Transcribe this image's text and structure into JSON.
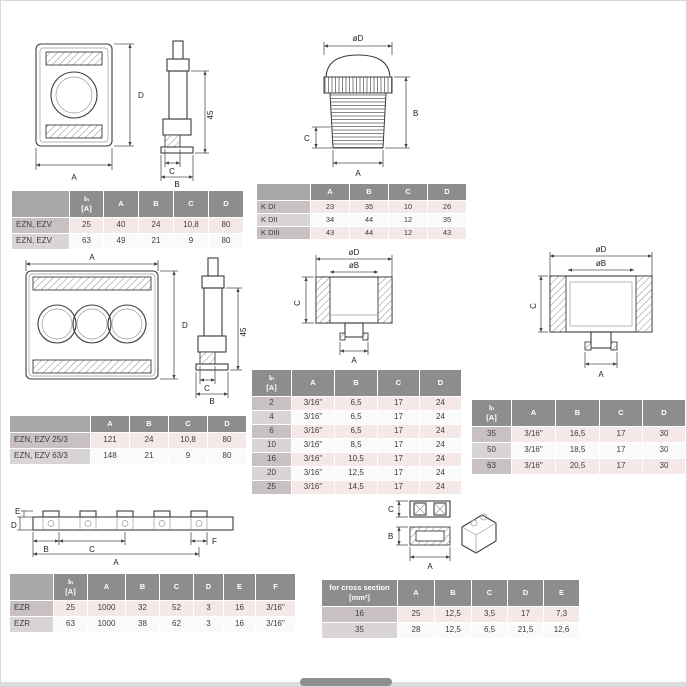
{
  "colors": {
    "header_gray": "#8d8d8d",
    "row_pink": "#f5e8e8",
    "row_white": "#fbfafa",
    "label_gray": "#c9c1c1"
  },
  "diagrams": {
    "ezn_front": {
      "A": "A",
      "D": "D"
    },
    "ezn_side": {
      "h45": "45",
      "C": "C",
      "B": "B"
    },
    "cap": {
      "oD": "øD",
      "A": "A",
      "B": "B",
      "C": "C"
    },
    "ezn3_front": {
      "A": "A",
      "D": "D"
    },
    "ezn3_side": {
      "h45": "45",
      "C": "C",
      "B": "B"
    },
    "adapter_s": {
      "oD": "øD",
      "oB": "øB",
      "A": "A",
      "C": "C"
    },
    "adapter_l": {
      "oD": "øD",
      "oB": "øB",
      "A": "A",
      "C": "C"
    },
    "busbar": {
      "E": "E",
      "D": "D",
      "B": "B",
      "C": "C",
      "A": "A",
      "F": "F"
    },
    "clamp": {
      "C": "C",
      "B": "B",
      "A": "A"
    }
  },
  "tables": {
    "ezn": {
      "cols": [
        "",
        "Iₙ\n[A]",
        "A",
        "B",
        "C",
        "D"
      ],
      "rows": [
        [
          "EZN, EZV",
          "25",
          "40",
          "24",
          "10,8",
          "80"
        ],
        [
          "EZN, EZV",
          "63",
          "49",
          "21",
          "9",
          "80"
        ]
      ]
    },
    "kd": {
      "cols": [
        "",
        "A",
        "B",
        "C",
        "D"
      ],
      "rows": [
        [
          "K DI",
          "23",
          "35",
          "10",
          "26"
        ],
        [
          "K DII",
          "34",
          "44",
          "12",
          "35"
        ],
        [
          "K DIII",
          "43",
          "44",
          "12",
          "43"
        ]
      ]
    },
    "ezn3": {
      "cols": [
        "",
        "A",
        "B",
        "C",
        "D"
      ],
      "rows": [
        [
          "EZN, EZV 25/3",
          "121",
          "24",
          "10,8",
          "80"
        ],
        [
          "EZN, EZV 63/3",
          "148",
          "21",
          "9",
          "80"
        ]
      ]
    },
    "adapter_s": {
      "cols": [
        "Iₙ\n[A]",
        "A",
        "B",
        "C",
        "D"
      ],
      "rows": [
        [
          "2",
          "3/16\"",
          "6,5",
          "17",
          "24"
        ],
        [
          "4",
          "3/16\"",
          "6,5",
          "17",
          "24"
        ],
        [
          "6",
          "3/16\"",
          "6,5",
          "17",
          "24"
        ],
        [
          "10",
          "3/16\"",
          "8,5",
          "17",
          "24"
        ],
        [
          "16",
          "3/16\"",
          "10,5",
          "17",
          "24"
        ],
        [
          "20",
          "3/16\"",
          "12,5",
          "17",
          "24"
        ],
        [
          "25",
          "3/16\"",
          "14,5",
          "17",
          "24"
        ]
      ]
    },
    "adapter_l": {
      "cols": [
        "Iₙ\n[A]",
        "A",
        "B",
        "C",
        "D"
      ],
      "rows": [
        [
          "35",
          "3/16\"",
          "16,5",
          "17",
          "30"
        ],
        [
          "50",
          "3/16\"",
          "18,5",
          "17",
          "30"
        ],
        [
          "63",
          "3/16\"",
          "20,5",
          "17",
          "30"
        ]
      ]
    },
    "ezr": {
      "cols": [
        "",
        "Iₙ\n[A]",
        "A",
        "B",
        "C",
        "D",
        "E",
        "F"
      ],
      "rows": [
        [
          "EZR",
          "25",
          "1000",
          "32",
          "52",
          "3",
          "16",
          "3/16\""
        ],
        [
          "EZR",
          "63",
          "1000",
          "38",
          "62",
          "3",
          "16",
          "3/16\""
        ]
      ]
    },
    "cross": {
      "cols": [
        "for cross section\n[mm²]",
        "A",
        "B",
        "C",
        "D",
        "E"
      ],
      "rows": [
        [
          "16",
          "25",
          "12,5",
          "3,5",
          "17",
          "7,3"
        ],
        [
          "35",
          "28",
          "12,5",
          "6,5",
          "21,5",
          "12,6"
        ]
      ]
    }
  }
}
